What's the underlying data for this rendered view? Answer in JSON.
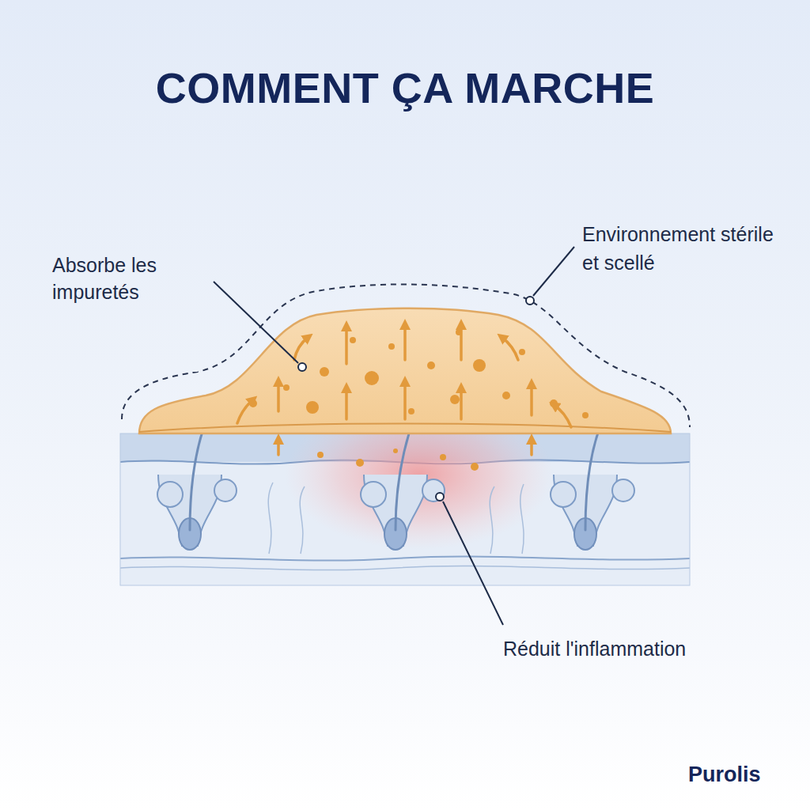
{
  "diagram": {
    "title": "COMMENT ÇA MARCHE",
    "labels": [
      "Absorbe les impuretés",
      "Environnement stérile et scellé",
      "Réduit l'inflammation",
      "Purolis"
    ]
  }
}
